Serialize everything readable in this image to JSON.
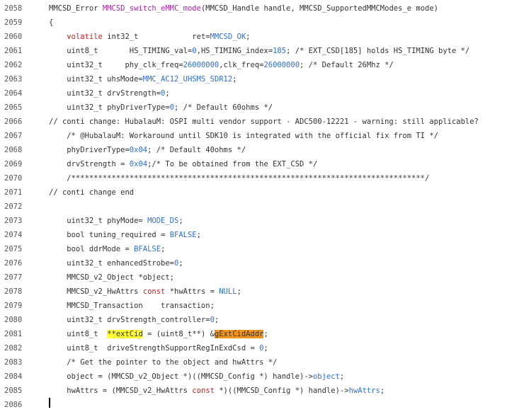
{
  "editor": {
    "lines": [
      {
        "num": "2058",
        "tokens": [
          {
            "t": "MMCSD_Error ",
            "c": "t-plain"
          },
          {
            "t": "MMCSD_switch_eMMC_mode",
            "c": "t-func"
          },
          {
            "t": "(MMCSD_Handle handle, MMCSD_SupportedMMCModes_e mode)",
            "c": "t-plain"
          }
        ]
      },
      {
        "num": "2059",
        "tokens": [
          {
            "t": "{",
            "c": "t-plain"
          }
        ]
      },
      {
        "num": "2060",
        "tokens": [
          {
            "t": "    ",
            "c": "t-plain"
          },
          {
            "t": "volatile",
            "c": "t-kw"
          },
          {
            "t": " int32_t            ret=",
            "c": "t-plain"
          },
          {
            "t": "MMCSD_OK",
            "c": "t-const"
          },
          {
            "t": ";",
            "c": "t-plain"
          }
        ]
      },
      {
        "num": "2061",
        "tokens": [
          {
            "t": "    uint8_t       HS_TIMING_val=",
            "c": "t-plain"
          },
          {
            "t": "0",
            "c": "t-const"
          },
          {
            "t": ",HS_TIMING_index=",
            "c": "t-plain"
          },
          {
            "t": "185",
            "c": "t-const"
          },
          {
            "t": "; /* EXT_CSD[185] holds HS_TIMING byte */",
            "c": "t-cmt"
          }
        ]
      },
      {
        "num": "2062",
        "tokens": [
          {
            "t": "    uint32_t     phy_clk_freq=",
            "c": "t-plain"
          },
          {
            "t": "26000000",
            "c": "t-const"
          },
          {
            "t": ",clk_freq=",
            "c": "t-plain"
          },
          {
            "t": "26000000",
            "c": "t-const"
          },
          {
            "t": "; /* Default 26Mhz */",
            "c": "t-cmt"
          }
        ]
      },
      {
        "num": "2063",
        "tokens": [
          {
            "t": "    uint32_t uhsMode=",
            "c": "t-plain"
          },
          {
            "t": "MMC_AC12_UHSMS_SDR12",
            "c": "t-const"
          },
          {
            "t": ";",
            "c": "t-plain"
          }
        ]
      },
      {
        "num": "2064",
        "tokens": [
          {
            "t": "    uint32_t drvStrength=",
            "c": "t-plain"
          },
          {
            "t": "0",
            "c": "t-const"
          },
          {
            "t": ";",
            "c": "t-plain"
          }
        ]
      },
      {
        "num": "2065",
        "tokens": [
          {
            "t": "    uint32_t phyDriverType=",
            "c": "t-plain"
          },
          {
            "t": "0",
            "c": "t-const"
          },
          {
            "t": "; /* Default 60ohms */",
            "c": "t-cmt"
          }
        ]
      },
      {
        "num": "2066",
        "tokens": [
          {
            "t": "// conti change: HubalauM: OSPI multi vendor support - ADC500-12221 - warning: still applicable?",
            "c": "t-cmt"
          }
        ]
      },
      {
        "num": "2067",
        "tokens": [
          {
            "t": "    /* @HubalauM: Workaround until SDK10 is integrated with the official fix from TI */",
            "c": "t-cmt"
          }
        ]
      },
      {
        "num": "2068",
        "tokens": [
          {
            "t": "    phyDriverType=",
            "c": "t-plain"
          },
          {
            "t": "0x04",
            "c": "t-const"
          },
          {
            "t": "; /* Default 40ohms */",
            "c": "t-cmt"
          }
        ]
      },
      {
        "num": "2069",
        "tokens": [
          {
            "t": "    drvStrength = ",
            "c": "t-plain"
          },
          {
            "t": "0x04",
            "c": "t-const"
          },
          {
            "t": ";/* To be obtained from the EXT_CSD */",
            "c": "t-cmt"
          }
        ]
      },
      {
        "num": "2070",
        "tokens": [
          {
            "t": "    /*******************************************************************************/",
            "c": "t-cmt"
          }
        ]
      },
      {
        "num": "2071",
        "tokens": [
          {
            "t": "// conti change end",
            "c": "t-cmt"
          }
        ]
      },
      {
        "num": "2072",
        "tokens": []
      },
      {
        "num": "2073",
        "tokens": [
          {
            "t": "    uint32_t phyMode= ",
            "c": "t-plain"
          },
          {
            "t": "MODE_DS",
            "c": "t-const"
          },
          {
            "t": ";",
            "c": "t-plain"
          }
        ]
      },
      {
        "num": "2074",
        "tokens": [
          {
            "t": "    bool tuning_required = ",
            "c": "t-plain"
          },
          {
            "t": "BFALSE",
            "c": "t-const"
          },
          {
            "t": ";",
            "c": "t-plain"
          }
        ]
      },
      {
        "num": "2075",
        "tokens": [
          {
            "t": "    bool ddrMode = ",
            "c": "t-plain"
          },
          {
            "t": "BFALSE",
            "c": "t-const"
          },
          {
            "t": ";",
            "c": "t-plain"
          }
        ]
      },
      {
        "num": "2076",
        "tokens": [
          {
            "t": "    uint32_t enhancedStrobe=",
            "c": "t-plain"
          },
          {
            "t": "0",
            "c": "t-const"
          },
          {
            "t": ";",
            "c": "t-plain"
          }
        ]
      },
      {
        "num": "2077",
        "tokens": [
          {
            "t": "    MMCSD_v2_Object *object;",
            "c": "t-plain"
          }
        ]
      },
      {
        "num": "2078",
        "tokens": [
          {
            "t": "    MMCSD_v2_HwAttrs ",
            "c": "t-plain"
          },
          {
            "t": "const",
            "c": "t-kw"
          },
          {
            "t": " *hwAttrs = ",
            "c": "t-plain"
          },
          {
            "t": "NULL",
            "c": "t-const"
          },
          {
            "t": ";",
            "c": "t-plain"
          }
        ]
      },
      {
        "num": "2079",
        "tokens": [
          {
            "t": "    MMCSD_Transaction    transaction;",
            "c": "t-plain"
          }
        ]
      },
      {
        "num": "2080",
        "tokens": [
          {
            "t": "    uint32_t drvStrength_controller=",
            "c": "t-plain"
          },
          {
            "t": "0",
            "c": "t-const"
          },
          {
            "t": ";",
            "c": "t-plain"
          }
        ]
      },
      {
        "num": "2081",
        "tokens": [
          {
            "t": "    uint8_t  ",
            "c": "t-plain"
          },
          {
            "t": "**extCid",
            "c": "t-plain hl-yellow"
          },
          {
            "t": " = (uint8_t**) &",
            "c": "t-plain"
          },
          {
            "t": "gExtCidAddr",
            "c": "t-plain hl-orange"
          },
          {
            "t": ";",
            "c": "t-plain"
          }
        ]
      },
      {
        "num": "2082",
        "tokens": [
          {
            "t": "    uint8_t  driveStrengthSupportRegInExdCsd = ",
            "c": "t-plain"
          },
          {
            "t": "0",
            "c": "t-const"
          },
          {
            "t": ";",
            "c": "t-plain"
          }
        ]
      },
      {
        "num": "2083",
        "tokens": [
          {
            "t": "    /* Get the pointer to the object and hwAttrs */",
            "c": "t-cmt"
          }
        ]
      },
      {
        "num": "2084",
        "tokens": [
          {
            "t": "    object = (MMCSD_v2_Object *)((MMCSD_Config *) handle)->",
            "c": "t-plain"
          },
          {
            "t": "object",
            "c": "t-const"
          },
          {
            "t": ";",
            "c": "t-plain"
          }
        ]
      },
      {
        "num": "2085",
        "tokens": [
          {
            "t": "    hwAttrs = (MMCSD_v2_HwAttrs ",
            "c": "t-plain"
          },
          {
            "t": "const",
            "c": "t-kw"
          },
          {
            "t": " *)((MMCSD_Config *) handle)->",
            "c": "t-plain"
          },
          {
            "t": "hwAttrs",
            "c": "t-const"
          },
          {
            "t": ";",
            "c": "t-plain"
          }
        ]
      },
      {
        "num": "2086",
        "tokens": []
      }
    ]
  }
}
